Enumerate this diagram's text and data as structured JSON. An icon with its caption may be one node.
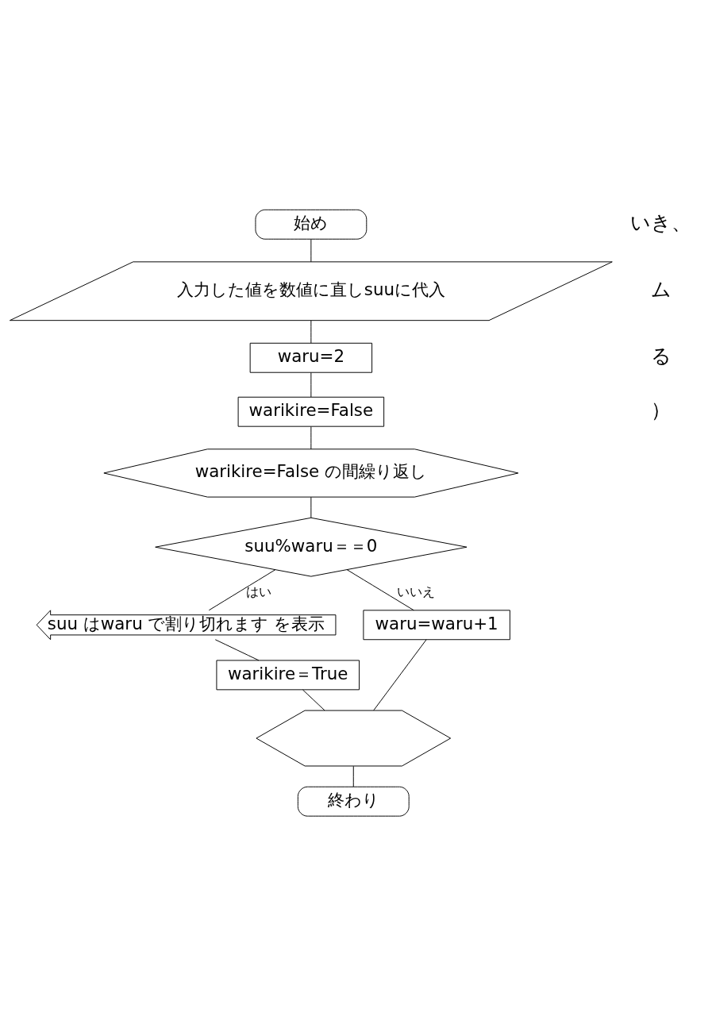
{
  "diagram": {
    "nodes": [
      {
        "text": [
          "始め"
        ]
      },
      {
        "text": [
          "入力した値を数値に直しsuuに代入"
        ]
      },
      {
        "text": [
          "waru=2"
        ]
      },
      {
        "text": [
          "warikire=False"
        ]
      },
      {
        "text": [
          "warikire=False の間繰り返し"
        ]
      },
      {
        "text": [
          "suu%waru＝＝0"
        ]
      },
      {
        "text": [
          "suu はwaru で割り切れます を表示"
        ]
      },
      {
        "text": [
          "warikire＝True"
        ]
      },
      {
        "text": [],
        "shape": "hexagon"
      },
      {
        "text": [
          "waru=waru+1"
        ]
      },
      {
        "text": [
          "終わり"
        ]
      }
    ],
    "edges": [
      {
        "from": 0,
        "to": 1,
        "arrow": "none"
      },
      {
        "from": 1,
        "to": 2,
        "arrow": "none"
      },
      {
        "from": 2,
        "to": 3,
        "arrow": "none"
      },
      {
        "from": 3,
        "to": 4,
        "arrow": "none"
      },
      {
        "from": 4,
        "to": 5,
        "arrow": "none"
      },
      {
        "from": 5,
        "to": 6,
        "label": "はい",
        "arrow": "none"
      },
      {
        "from": 6,
        "to": 7,
        "arrow": "none"
      },
      {
        "from": 7,
        "to": 8,
        "arrow": "none"
      },
      {
        "from": 5,
        "to": 9,
        "label": "いいえ",
        "arrow": "none"
      },
      {
        "from": 9,
        "to": 8,
        "arrow": "none"
      },
      {
        "from": 8,
        "to": 10,
        "arrow": "none"
      }
    ],
    "labels": [
      "いき、",
      "ム",
      "る",
      "）"
    ]
  }
}
